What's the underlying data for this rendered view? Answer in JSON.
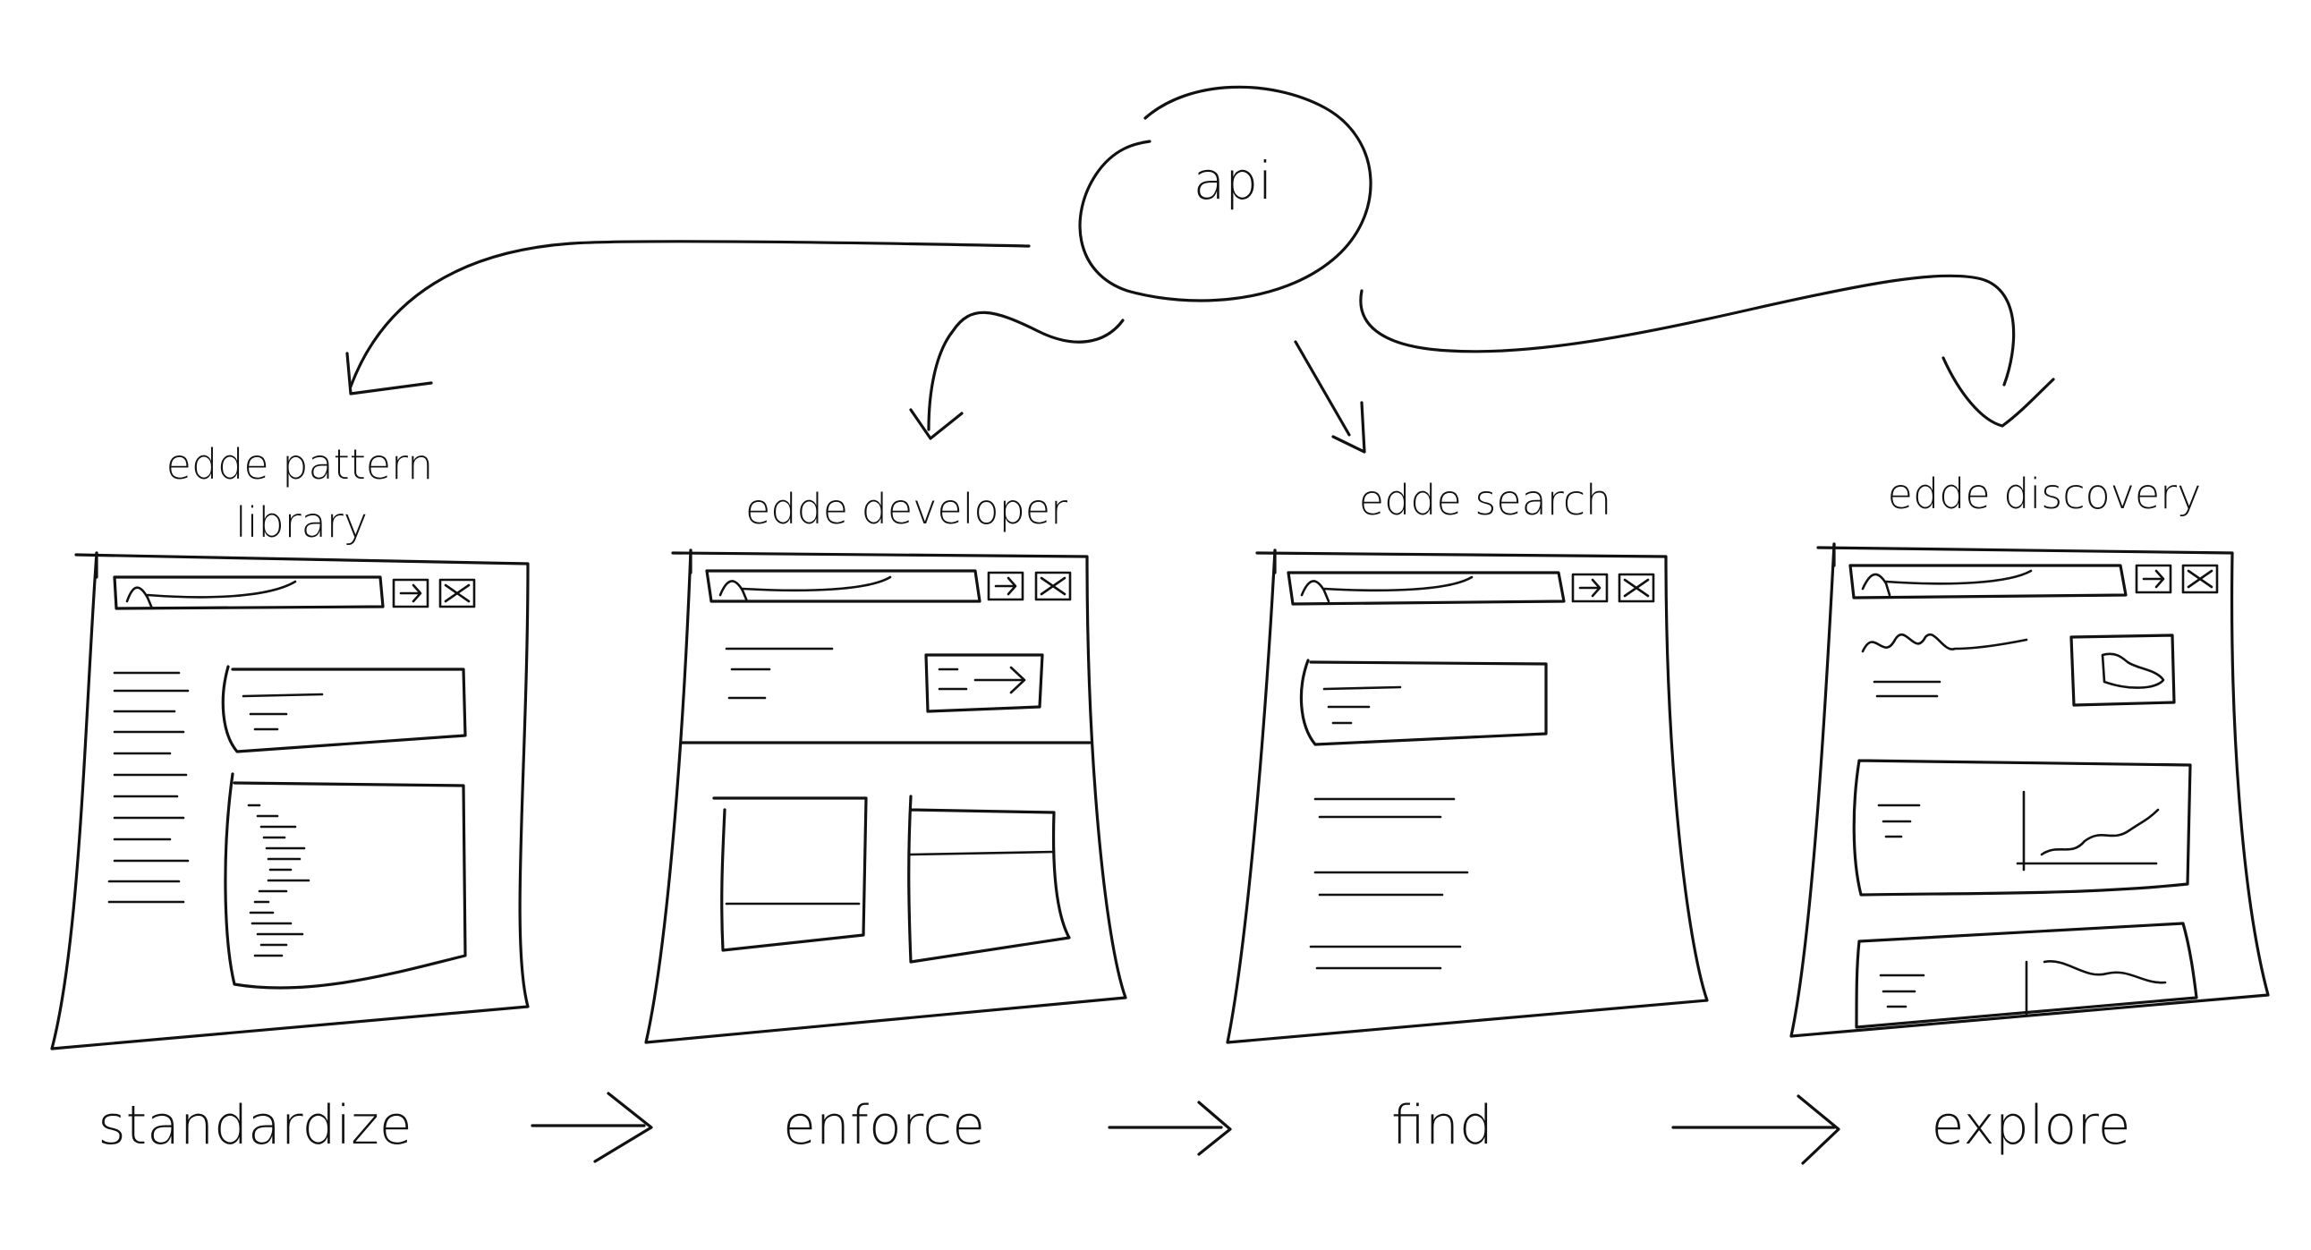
{
  "api_label": "api",
  "products": [
    {
      "name_line1": "edde pattern",
      "name_line2": "library",
      "stage": "standardize"
    },
    {
      "name_line1": "edde developer",
      "name_line2": "",
      "stage": "enforce"
    },
    {
      "name_line1": "edde search",
      "name_line2": "",
      "stage": "find"
    },
    {
      "name_line1": "edde discovery",
      "name_line2": "",
      "stage": "explore"
    }
  ],
  "style": {
    "ink_color": "#111111",
    "background_color": "#ffffff"
  }
}
